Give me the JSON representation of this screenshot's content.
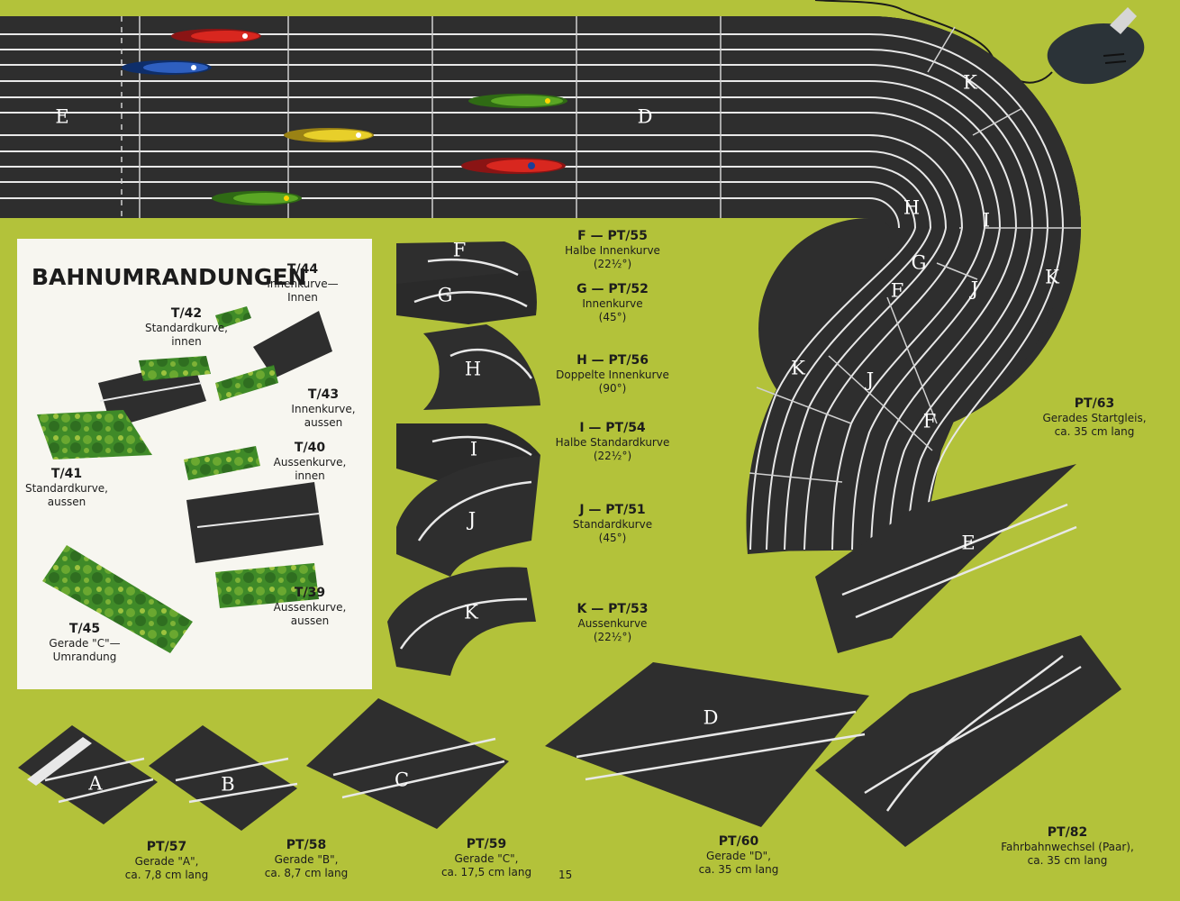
{
  "colors": {
    "background": "#b3c23a",
    "track": "#2e2e2e",
    "lane": "#f2f2f2",
    "grass": "#3f8a28",
    "panel": "#f7f6f0"
  },
  "scene": {
    "straight_labels": {
      "left": "E",
      "right": "D"
    },
    "curve_labels": [
      "K",
      "H",
      "I",
      "K",
      "G",
      "J",
      "F",
      "K",
      "J",
      "F"
    ]
  },
  "border_panel": {
    "title": "BAHNUMRANDUNGEN",
    "items": [
      {
        "code": "T/44",
        "lines": [
          "Innenkurve—",
          "Innen"
        ]
      },
      {
        "code": "T/42",
        "lines": [
          "Standardkurve,",
          "innen"
        ]
      },
      {
        "code": "T/43",
        "lines": [
          "Innenkurve,",
          "aussen"
        ]
      },
      {
        "code": "T/40",
        "lines": [
          "Aussenkurve,",
          "innen"
        ]
      },
      {
        "code": "T/41",
        "lines": [
          "Standardkurve,",
          "aussen"
        ]
      },
      {
        "code": "T/39",
        "lines": [
          "Aussenkurve,",
          "aussen"
        ]
      },
      {
        "code": "T/45",
        "lines": [
          "Gerade \"C\"—",
          "Umrandung"
        ]
      }
    ]
  },
  "curve_pieces": [
    {
      "letter": "F",
      "code": "F — PT/55",
      "lines": [
        "Halbe Innenkurve",
        "(22½°)"
      ]
    },
    {
      "letter": "G",
      "code": "G — PT/52",
      "lines": [
        "Innenkurve",
        "(45°)"
      ]
    },
    {
      "letter": "H",
      "code": "H — PT/56",
      "lines": [
        "Doppelte Innenkurve",
        "(90°)"
      ]
    },
    {
      "letter": "I",
      "code": "I — PT/54",
      "lines": [
        "Halbe Standardkurve",
        "(22½°)"
      ]
    },
    {
      "letter": "J",
      "code": "J — PT/51",
      "lines": [
        "Standardkurve",
        "(45°)"
      ]
    },
    {
      "letter": "K",
      "code": "K — PT/53",
      "lines": [
        "Aussenkurve",
        "(22½°)"
      ]
    }
  ],
  "straight_pieces": [
    {
      "letter": "A",
      "code": "PT/57",
      "lines": [
        "Gerade \"A\",",
        "ca. 7,8 cm lang"
      ]
    },
    {
      "letter": "B",
      "code": "PT/58",
      "lines": [
        "Gerade \"B\",",
        "ca. 8,7 cm lang"
      ]
    },
    {
      "letter": "C",
      "code": "PT/59",
      "lines": [
        "Gerade \"C\",",
        "ca. 17,5 cm lang"
      ]
    },
    {
      "letter": "D",
      "code": "PT/60",
      "lines": [
        "Gerade \"D\",",
        "ca. 35 cm lang"
      ]
    },
    {
      "letter": "E",
      "code": "PT/63",
      "lines": [
        "Gerades Startgleis,",
        "ca. 35 cm lang"
      ]
    },
    {
      "letter": "",
      "code": "PT/82",
      "lines": [
        "Fahrbahnwechsel (Paar),",
        "ca. 35 cm lang"
      ]
    }
  ],
  "page_number": "15"
}
